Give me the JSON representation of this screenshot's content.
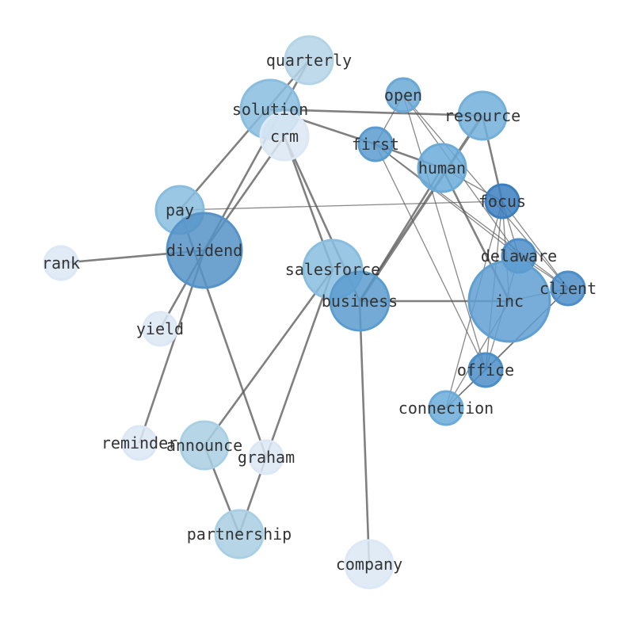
{
  "graph": {
    "nodes": [
      {
        "id": "quarterly",
        "label": "quarterly",
        "color": "#b3d4e7"
      },
      {
        "id": "solution",
        "label": "solution",
        "color": "#88bddf"
      },
      {
        "id": "crm",
        "label": "crm",
        "color": "#dce8f5"
      },
      {
        "id": "open",
        "label": "open",
        "color": "#6aa8d6"
      },
      {
        "id": "resource",
        "label": "resource",
        "color": "#72afd9"
      },
      {
        "id": "first",
        "label": "first",
        "color": "#5b9ccf"
      },
      {
        "id": "human",
        "label": "human",
        "color": "#6aabd9"
      },
      {
        "id": "focus",
        "label": "focus",
        "color": "#3c7fbf"
      },
      {
        "id": "pay",
        "label": "pay",
        "color": "#88bddf"
      },
      {
        "id": "dividend",
        "label": "dividend",
        "color": "#5593c8"
      },
      {
        "id": "rank",
        "label": "rank",
        "color": "#dce8f5"
      },
      {
        "id": "delaware",
        "label": "delaware",
        "color": "#4b8ec8"
      },
      {
        "id": "salesforce",
        "label": "salesforce",
        "color": "#88bddf"
      },
      {
        "id": "business",
        "label": "business",
        "color": "#5b9ccf"
      },
      {
        "id": "inc",
        "label": "inc",
        "color": "#5f9fd1"
      },
      {
        "id": "client",
        "label": "client",
        "color": "#4b8ec8"
      },
      {
        "id": "yield",
        "label": "yield",
        "color": "#dce8f5"
      },
      {
        "id": "office",
        "label": "office",
        "color": "#4b8ec8"
      },
      {
        "id": "connection",
        "label": "connection",
        "color": "#6aabd9"
      },
      {
        "id": "reminder",
        "label": "reminder",
        "color": "#dce8f5"
      },
      {
        "id": "announce",
        "label": "announce",
        "color": "#a9cfe4"
      },
      {
        "id": "graham",
        "label": "graham",
        "color": "#dce8f5"
      },
      {
        "id": "partnership",
        "label": "partnership",
        "color": "#a9cfe4"
      },
      {
        "id": "company",
        "label": "company",
        "color": "#dce8f5"
      }
    ],
    "edges": [
      [
        "pay",
        "quarterly",
        2
      ],
      [
        "dividend",
        "quarterly",
        2
      ],
      [
        "dividend",
        "crm",
        2
      ],
      [
        "dividend",
        "rank",
        2
      ],
      [
        "dividend",
        "yield",
        2
      ],
      [
        "dividend",
        "reminder",
        2
      ],
      [
        "pay",
        "graham",
        2
      ],
      [
        "salesforce",
        "announce",
        2
      ],
      [
        "salesforce",
        "graham",
        2
      ],
      [
        "announce",
        "partnership",
        2
      ],
      [
        "graham",
        "partnership",
        2
      ],
      [
        "business",
        "company",
        2
      ],
      [
        "business",
        "inc",
        2
      ],
      [
        "business",
        "resource",
        3
      ],
      [
        "business",
        "human",
        2
      ],
      [
        "crm",
        "salesforce",
        2
      ],
      [
        "crm",
        "business",
        2
      ],
      [
        "solution",
        "first",
        2
      ],
      [
        "solution",
        "resource",
        2
      ],
      [
        "first",
        "human",
        2
      ],
      [
        "human",
        "inc",
        2
      ],
      [
        "resource",
        "focus",
        2
      ],
      [
        "first",
        "delaware",
        1
      ],
      [
        "first",
        "client",
        1
      ],
      [
        "first",
        "office",
        1
      ],
      [
        "open",
        "first",
        1
      ],
      [
        "open",
        "office",
        1
      ],
      [
        "open",
        "client",
        1
      ],
      [
        "open",
        "delaware",
        1
      ],
      [
        "human",
        "focus",
        1
      ],
      [
        "pay",
        "focus",
        1
      ],
      [
        "focus",
        "inc",
        1
      ],
      [
        "focus",
        "office",
        1
      ],
      [
        "focus",
        "connection",
        1
      ],
      [
        "focus",
        "delaware",
        1
      ],
      [
        "focus",
        "client",
        1
      ],
      [
        "delaware",
        "client",
        1
      ],
      [
        "inc",
        "client",
        1
      ],
      [
        "client",
        "office",
        1
      ],
      [
        "client",
        "connection",
        1
      ],
      [
        "office",
        "connection",
        1
      ],
      [
        "inc",
        "connection",
        1
      ],
      [
        "delaware",
        "office",
        1
      ]
    ]
  }
}
